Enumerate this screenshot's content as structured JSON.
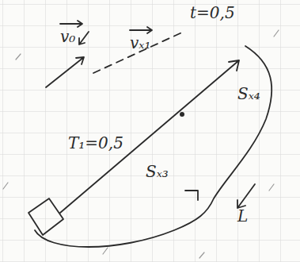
{
  "diagram": {
    "labels": [
      "v₀",
      "vₓ₁",
      "t=0,5",
      "T₁=0,5",
      "Sₓ₄",
      "Sₓ₃",
      "L"
    ]
  }
}
